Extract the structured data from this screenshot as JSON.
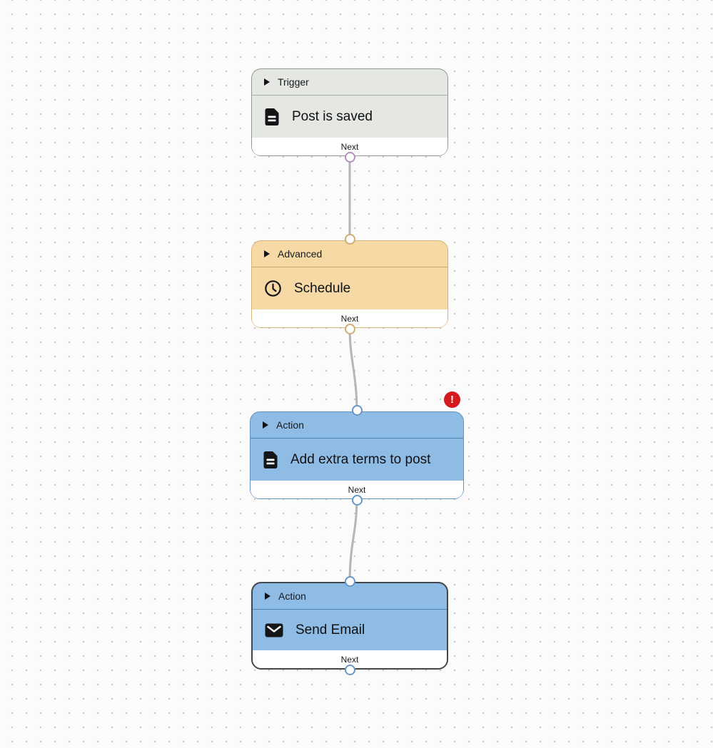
{
  "canvas": {
    "background_color": "#fbfbfb",
    "dot_color": "#c9c9c9",
    "edge_color": "#b5b5ba"
  },
  "nodes": [
    {
      "type_label": "Trigger",
      "title": "Post is saved",
      "icon": "document-icon",
      "footer_label": "Next",
      "has_input_port": false,
      "has_output_port": true,
      "selected": false,
      "error_badge": null,
      "colors": {
        "bg": "#e4e7e2",
        "border": "#8f988f",
        "divider": "#a5aea5",
        "port": "#b78fc0"
      }
    },
    {
      "type_label": "Advanced",
      "title": "Schedule",
      "icon": "clock-icon",
      "footer_label": "Next",
      "has_input_port": true,
      "has_output_port": true,
      "selected": false,
      "error_badge": null,
      "colors": {
        "bg": "#f6d9a4",
        "border": "#d7b377",
        "divider": "#c9a76b",
        "port": "#d2ab70"
      }
    },
    {
      "type_label": "Action",
      "title": "Add extra terms to post",
      "icon": "document-icon",
      "footer_label": "Next",
      "has_input_port": true,
      "has_output_port": true,
      "selected": false,
      "error_badge": {
        "glyph": "!",
        "color": "#d4191f"
      },
      "colors": {
        "bg": "#8fbce4",
        "border": "#5d92c4",
        "divider": "#4d82b4",
        "port": "#6697c8"
      }
    },
    {
      "type_label": "Action",
      "title": "Send Email",
      "icon": "email-icon",
      "footer_label": "Next",
      "has_input_port": true,
      "has_output_port": true,
      "selected": true,
      "error_badge": null,
      "colors": {
        "bg": "#8fbce4",
        "border": "#42474d",
        "divider": "#4d82b4",
        "port": "#6697c8"
      }
    }
  ],
  "edges": [
    {
      "from": "Post is saved",
      "to": "Schedule"
    },
    {
      "from": "Schedule",
      "to": "Add extra terms to post"
    },
    {
      "from": "Add extra terms to post",
      "to": "Send Email"
    }
  ]
}
